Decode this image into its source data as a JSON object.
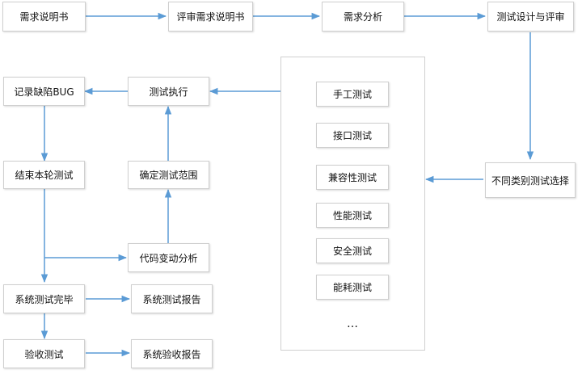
{
  "nodes": {
    "req_doc": "需求说明书",
    "review_req_doc": "评审需求说明书",
    "req_analysis": "需求分析",
    "test_design_review": "测试设计与评审",
    "select_test_types": "不同类别测试选择",
    "test_execution": "测试执行",
    "record_bug": "记录缺陷BUG",
    "end_round": "结束本轮测试",
    "define_scope": "确定测试范围",
    "code_change_analysis": "代码变动分析",
    "system_test_done": "系统测试完毕",
    "system_test_report": "系统测试报告",
    "acceptance_test": "验收测试",
    "acceptance_report": "系统验收报告"
  },
  "test_types": [
    "手工测试",
    "接口测试",
    "兼容性测试",
    "性能测试",
    "安全测试",
    "能耗测试"
  ],
  "more": "…",
  "colors": {
    "arrow": "#5b9bd5",
    "border": "#cfcfcf"
  }
}
